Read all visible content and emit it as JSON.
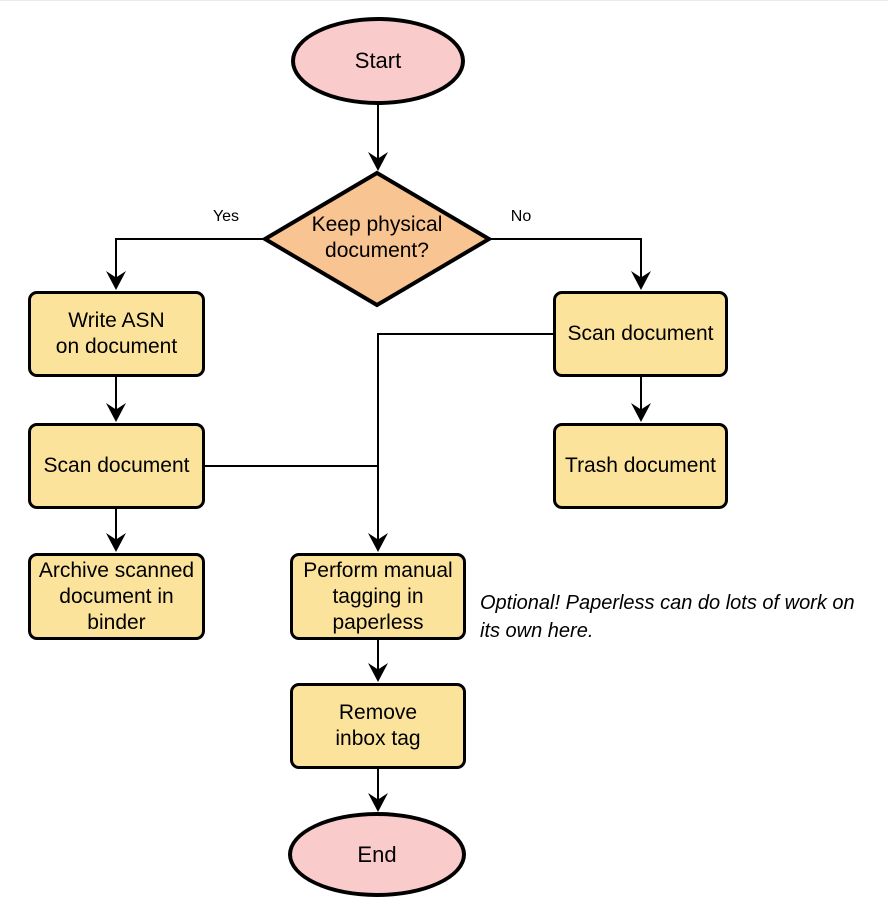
{
  "colors": {
    "node_yellow": "#FBE39C",
    "node_pink": "#F9CCCB",
    "node_orange": "#F8C491",
    "stroke": "#000000",
    "bg": "#ffffff"
  },
  "nodes": {
    "start": "Start",
    "decision": "Keep physical\ndocument?",
    "write_asn": "Write ASN\non document",
    "scan_left": "Scan document",
    "archive": "Archive scanned\ndocument in\nbinder",
    "scan_right": "Scan document",
    "trash": "Trash document",
    "tagging": "Perform manual\ntagging in\npaperless",
    "remove_inbox": "Remove\ninbox tag",
    "end": "End"
  },
  "edge_labels": {
    "yes": "Yes",
    "no": "No"
  },
  "note": "Optional! Paperless can do lots of work on\nits own here."
}
